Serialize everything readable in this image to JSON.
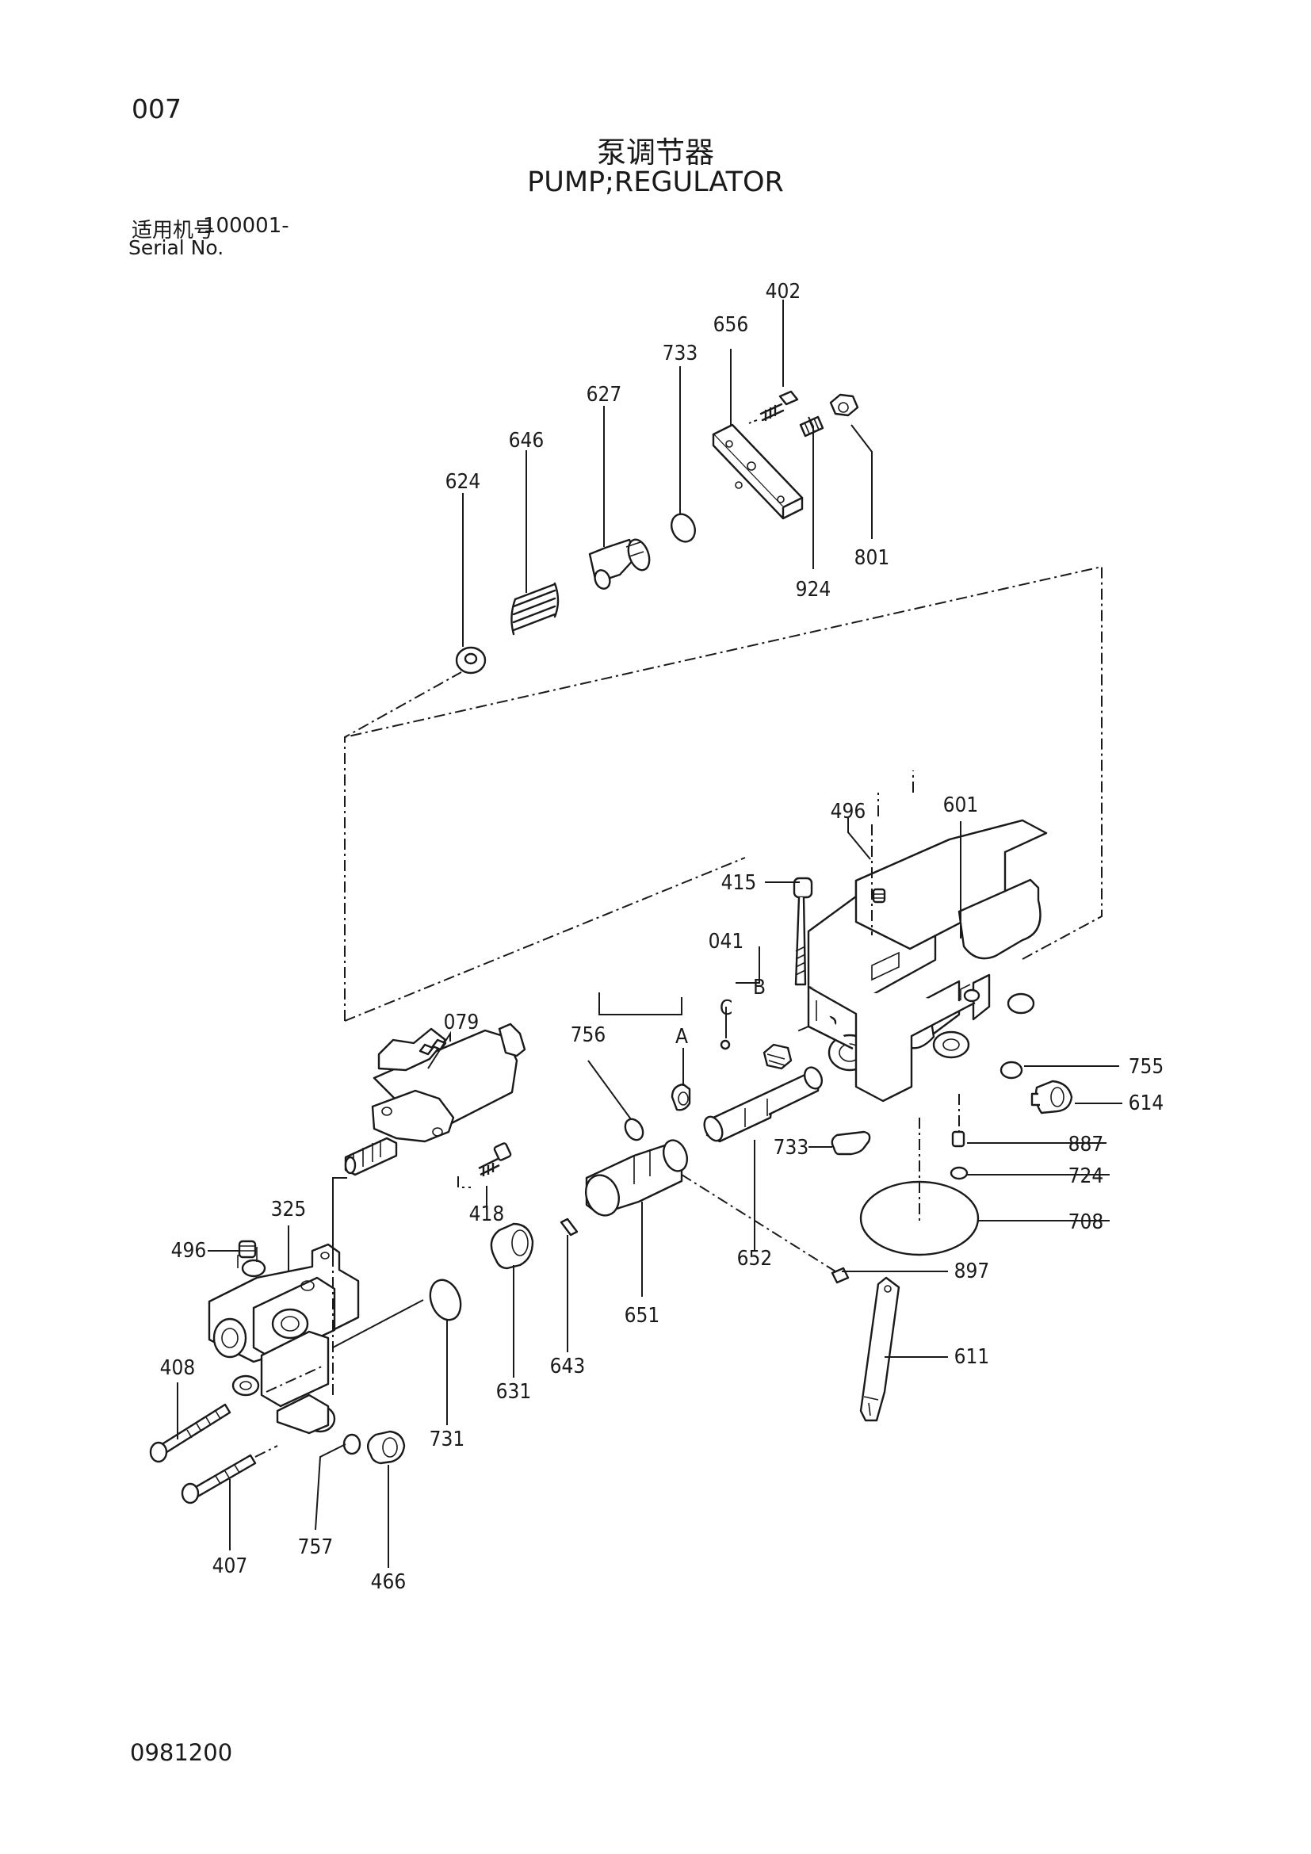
{
  "page_number": "007",
  "title_cn": "泵调节器",
  "title_en": "PUMP;REGULATOR",
  "serial": {
    "label_cn": "适用机号",
    "range": "100001-",
    "label_en": "Serial No."
  },
  "doc_code": "0981200",
  "callouts": {
    "p402": "402",
    "p656": "656",
    "p733a": "733",
    "p627": "627",
    "p646": "646",
    "p624": "624",
    "p801": "801",
    "p924": "924",
    "p496a": "496",
    "p601": "601",
    "p415": "415",
    "p041": "041",
    "pA": "A",
    "pB": "B",
    "pC": "C",
    "p755": "755",
    "p614": "614",
    "p887": "887",
    "p724": "724",
    "p708": "708",
    "p733b": "733",
    "p756": "756",
    "p079": "079",
    "p418": "418",
    "p652": "652",
    "p897": "897",
    "p325": "325",
    "p496b": "496",
    "p651": "651",
    "p611": "611",
    "p643": "643",
    "p631": "631",
    "p408": "408",
    "p731": "731",
    "p757": "757",
    "p407": "407",
    "p466": "466"
  }
}
